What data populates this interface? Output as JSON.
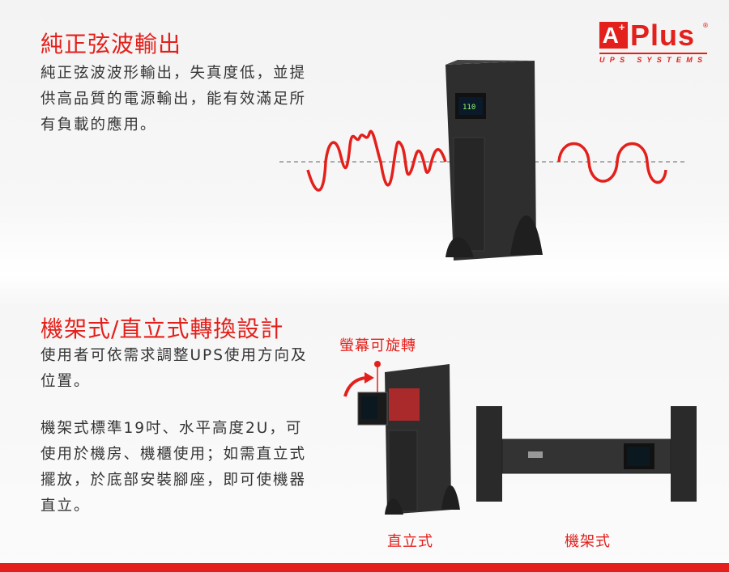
{
  "brand": {
    "name": "Plus",
    "initial": "A",
    "superscript": "+",
    "tagline": "UPS SYSTEMS",
    "registered": "®",
    "color": "#e3201b"
  },
  "section1": {
    "title": "純正弦波輸出",
    "body": "純正弦波波形輸出，失真度低，並提供高品質的電源輸出，能有效滿足所有負載的應用。"
  },
  "section2": {
    "title": "機架式/直立式轉換設計",
    "body1": "使用者可依需求調整UPS使用方向及位置。",
    "body2": "機架式標準19吋、水平高度2U，可使用於機房、機櫃使用；如需直立式擺放，於底部安裝腳座，即可使機器直立。",
    "callout": "螢幕可旋轉",
    "caption_tower": "直立式",
    "caption_rack": "機架式"
  },
  "display": {
    "readout": "110"
  }
}
